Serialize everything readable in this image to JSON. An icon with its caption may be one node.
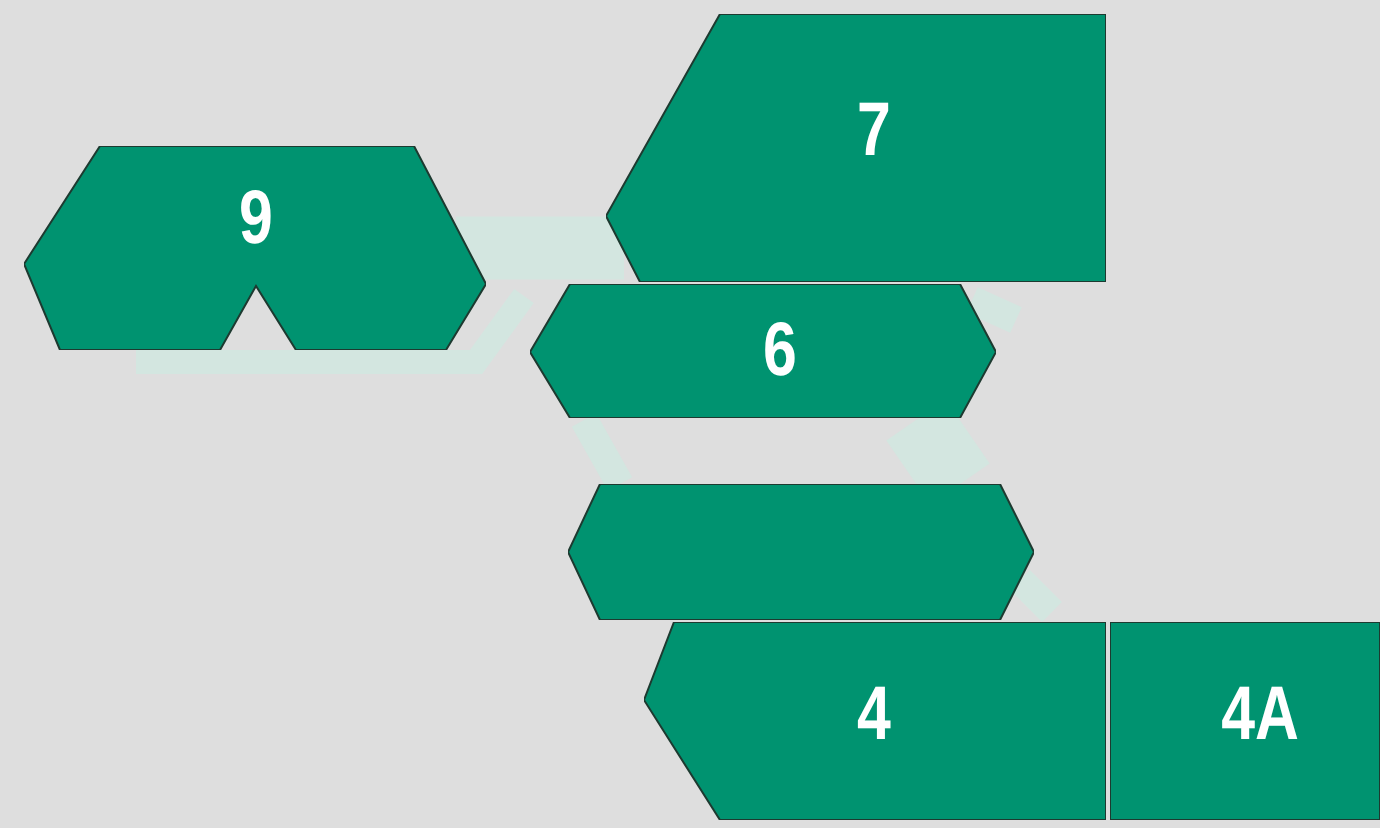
{
  "diagram": {
    "nodes": [
      {
        "text": [
          "9"
        ]
      },
      {
        "text": [
          "7"
        ]
      },
      {
        "text": [
          "6"
        ]
      },
      {
        "text": [],
        "shape": "hexagon"
      },
      {
        "text": [
          "4"
        ]
      },
      {
        "text": [
          "4A"
        ]
      }
    ],
    "edges": [
      {
        "from": 0,
        "to": 1,
        "arrow": "none",
        "style": "thick"
      },
      {
        "from": 0,
        "to": 2,
        "arrow": "none"
      },
      {
        "from": 1,
        "to": 2,
        "arrow": "none"
      },
      {
        "from": 2,
        "to": 3,
        "arrow": "none"
      },
      {
        "from": 2,
        "to": 3,
        "arrow": "none",
        "style": "thick"
      },
      {
        "from": 3,
        "to": 4,
        "arrow": "none"
      }
    ]
  }
}
